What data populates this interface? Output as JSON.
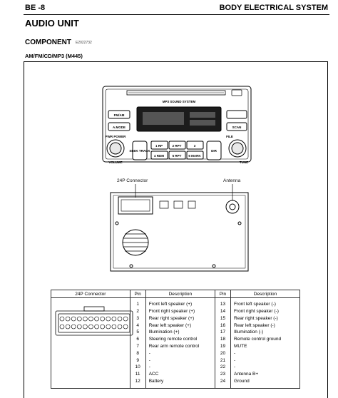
{
  "header": {
    "section": "BE -8",
    "chapter": "BODY ELECTRICAL SYSTEM"
  },
  "page_title": "AUDIO UNIT",
  "component": {
    "label": "COMPONENT",
    "code": "E2022732"
  },
  "model_label": "AM/FM/CD/MP3 (M445)",
  "figure": {
    "connector_label": "24P Connector",
    "antenna_label": "Antenna",
    "display_text": "MP3 SOUND SYSTEM",
    "buttons": {
      "fm_am": "FM/AM",
      "a_mode": "A.MODE",
      "scan": "SCAN",
      "power": "PWR POWER",
      "volume": "VOLUME",
      "seek_track": "SEEK TRACK",
      "dir": "DIR",
      "file": "FILE",
      "tune": "TUNE",
      "p1": "1 RP",
      "p2": "2 RPT",
      "p3": "3",
      "p4": "4 RDM",
      "p5": "5 RPT",
      "p6": "6 MARK"
    }
  },
  "pin_table": {
    "headers": [
      "24P Connector",
      "Pin",
      "Description",
      "Pin",
      "Description"
    ],
    "rows_left": [
      {
        "pin": "1",
        "desc": "Front left speaker (+)"
      },
      {
        "pin": "2",
        "desc": "Front right speaker (+)"
      },
      {
        "pin": "3",
        "desc": "Rear right speaker (+)"
      },
      {
        "pin": "4",
        "desc": "Rear left speaker (+)"
      },
      {
        "pin": "5",
        "desc": "Illumination (+)"
      },
      {
        "pin": "6",
        "desc": "Steering remote control"
      },
      {
        "pin": "7",
        "desc": "Rear arm remote control"
      },
      {
        "pin": "8",
        "desc": "-"
      },
      {
        "pin": "9",
        "desc": "-"
      },
      {
        "pin": "10",
        "desc": "-"
      },
      {
        "pin": "11",
        "desc": "ACC"
      },
      {
        "pin": "12",
        "desc": "Battery"
      }
    ],
    "rows_right": [
      {
        "pin": "13",
        "desc": "Front left speaker (-)"
      },
      {
        "pin": "14",
        "desc": "Front right speaker (-)"
      },
      {
        "pin": "15",
        "desc": "Rear right speaker (-)"
      },
      {
        "pin": "16",
        "desc": "Rear left speaker (-)"
      },
      {
        "pin": "17",
        "desc": "Illumination (-)"
      },
      {
        "pin": "18",
        "desc": "Remote control ground"
      },
      {
        "pin": "19",
        "desc": "MUTE"
      },
      {
        "pin": "20",
        "desc": "-"
      },
      {
        "pin": "21",
        "desc": "-"
      },
      {
        "pin": "22",
        "desc": "-"
      },
      {
        "pin": "23",
        "desc": "Antenna B+"
      },
      {
        "pin": "24",
        "desc": "Ground"
      }
    ]
  }
}
